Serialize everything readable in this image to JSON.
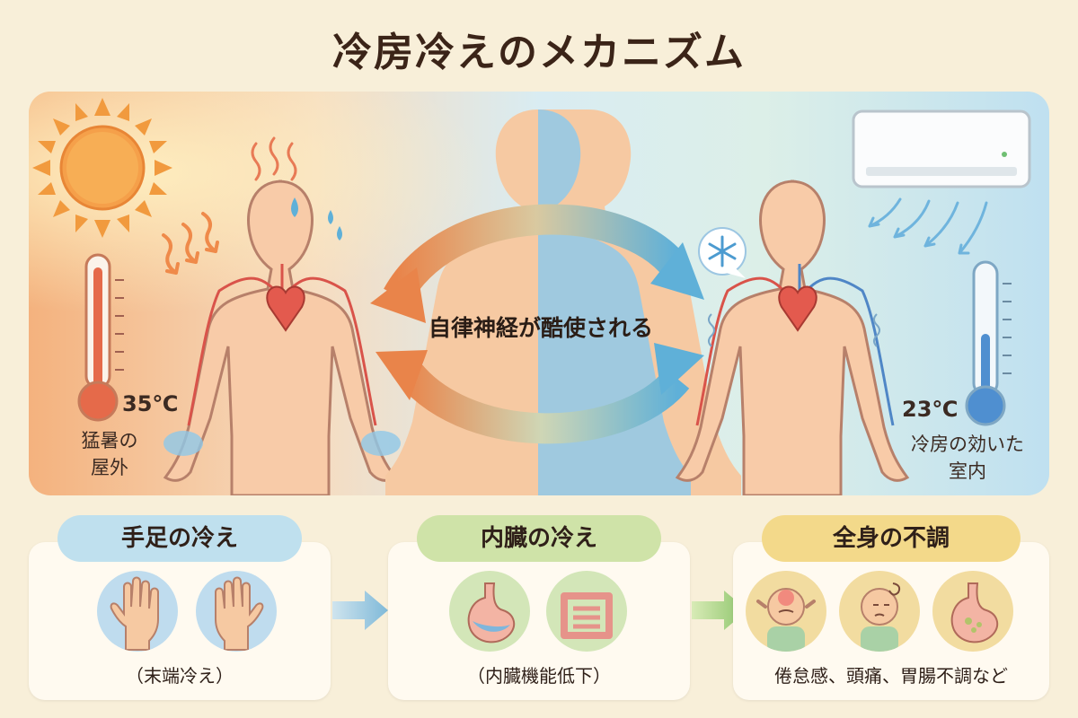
{
  "title": "冷房冷えのメカニズム",
  "top": {
    "left": {
      "temperature": "35℃",
      "place_line1": "猛暑の",
      "place_line2": "屋外"
    },
    "right": {
      "temperature": "23℃",
      "place_line1": "冷房の効いた",
      "place_line2": "室内"
    },
    "center_label": "自律神経が酷使される"
  },
  "stages": [
    {
      "heading": "手足の冷え",
      "caption": "（末端冷え）"
    },
    {
      "heading": "内臓の冷え",
      "caption": "（内臓機能低下）"
    },
    {
      "heading": "全身の不調",
      "caption": "倦怠感、頭痛、胃腸不調など"
    }
  ],
  "colors": {
    "background": "#f8efd9",
    "hot": "#f29a5c",
    "cold": "#7fbde0",
    "pill_blue": "#bfe0ee",
    "pill_green": "#cfe3a8",
    "pill_yellow": "#f3d98a"
  },
  "icons": [
    "sun-icon",
    "thermometer-hot-icon",
    "thermometer-cold-icon",
    "air-conditioner-icon",
    "snowflake-icon",
    "heart-icon",
    "hand-icon",
    "stomach-icon",
    "intestine-icon",
    "headache-icon",
    "dizzy-icon"
  ]
}
